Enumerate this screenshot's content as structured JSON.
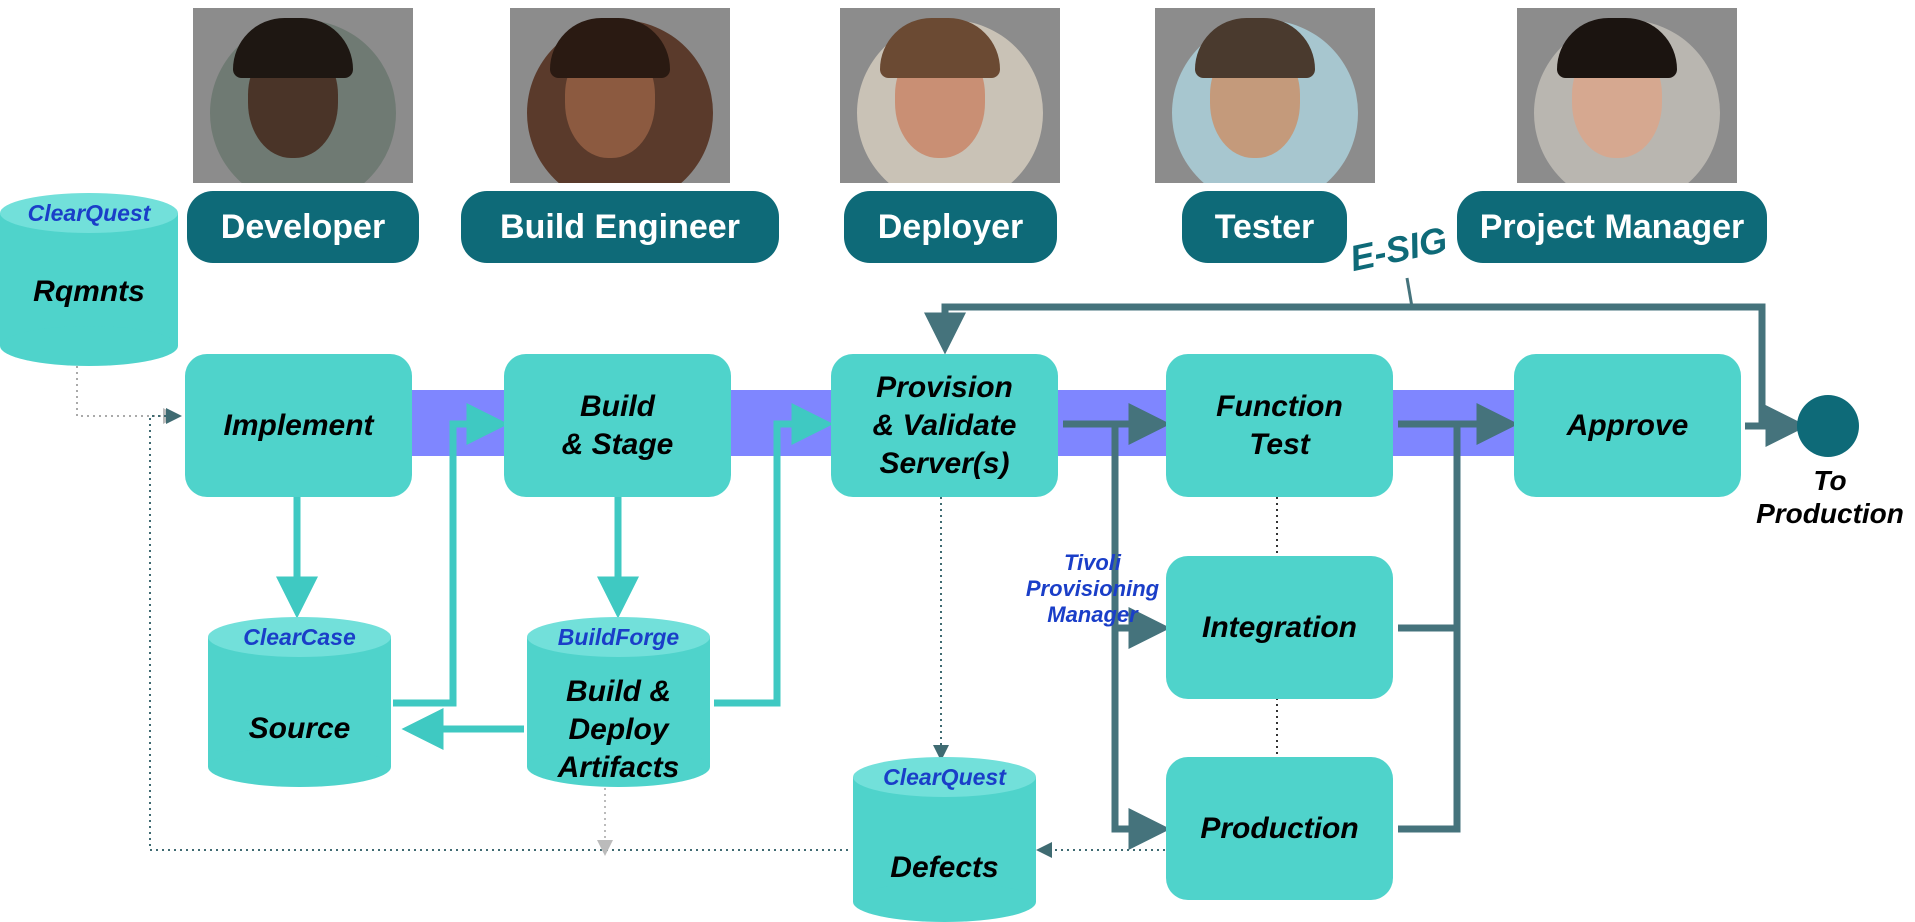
{
  "roles": [
    {
      "label": "Developer"
    },
    {
      "label": "Build Engineer"
    },
    {
      "label": "Deployer"
    },
    {
      "label": "Tester"
    },
    {
      "label": "Project Manager"
    }
  ],
  "process": {
    "implement": "Implement",
    "build_stage": [
      "Build",
      "& Stage"
    ],
    "provision": [
      "Provision",
      "& Validate",
      "Server(s)"
    ],
    "function_test": [
      "Function",
      "Test"
    ],
    "approve": "Approve",
    "integration": "Integration",
    "production": "Production"
  },
  "repositories": {
    "requirements": {
      "tool": "ClearQuest",
      "name": "Rqmnts"
    },
    "source": {
      "tool": "ClearCase",
      "name": "Source"
    },
    "artifacts": {
      "tool": "BuildForge",
      "name": [
        "Build &",
        "Deploy",
        "Artifacts"
      ]
    },
    "defects": {
      "tool": "ClearQuest",
      "name": "Defects"
    }
  },
  "labels": {
    "esig": "E-SIG",
    "tivoli": [
      "Tivoli",
      "Provisioning",
      "Manager"
    ],
    "to_production": [
      "To",
      "Production"
    ]
  },
  "colors": {
    "box": "#4fd3cb",
    "role": "#0e6a78",
    "band": "#7f86ff",
    "arrow_light": "#3fc9c2",
    "arrow_dark": "#45737c",
    "tool_text": "#1a3ec8"
  }
}
